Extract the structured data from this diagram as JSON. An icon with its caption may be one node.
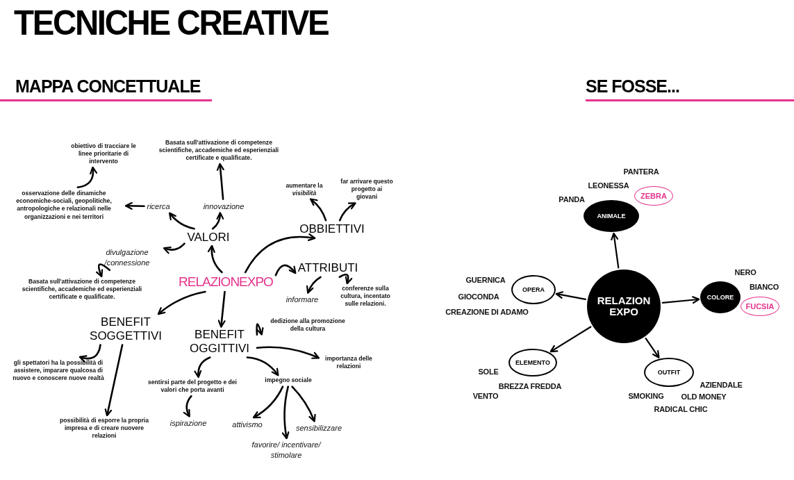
{
  "diagram": {
    "title": "TECNICHE CREATIVE",
    "nodes": [
      {
        "text": [
          "RELAZIONEXPO"
        ]
      },
      {
        "text": [
          "VALORI"
        ]
      },
      {
        "text": [
          "ricerca"
        ]
      },
      {
        "text": [
          "innovazione"
        ]
      },
      {
        "text": [
          "divulgazione /connessione"
        ]
      },
      {
        "text": [
          "osservazione delle dinamiche economiche-sociali, geopolitiche, antropologiche e relazionali nelle organizzazioni e nei territori"
        ]
      },
      {
        "text": [
          "obiettivo di tracciare le linee prioritarie di intervento"
        ]
      },
      {
        "text": [
          "Basata sull'attivazione di competenze scientifiche, accademiche ed esperienziali certificate e qualificate."
        ]
      },
      {
        "text": [
          "Basata sull'attivazione di competenze scientifiche, accademiche ed esperienziali certificate e qualificate."
        ]
      },
      {
        "text": [
          "OBBIETTIVI"
        ]
      },
      {
        "text": [
          "aumentare la *visibilità*"
        ]
      },
      {
        "text": [
          "far arrivare questo progetto ai **giovani**"
        ]
      },
      {
        "text": [
          "ATTRIBUTI"
        ]
      },
      {
        "text": [
          "informare"
        ]
      },
      {
        "text": [
          "conferenze sulla cultura, incentato sulle relazioni."
        ]
      },
      {
        "text": [
          "BENEFIT SOGGETTIVI"
        ]
      },
      {
        "text": [
          "gli spettatori ha la possibilità di assistere, imparare qualcosa di nuovo e conoscere nuove realtà"
        ]
      },
      {
        "text": [
          "possibilità di esporre la propria impresa e di creare nuovere relazioni"
        ]
      },
      {
        "text": [
          "BENEFIT OGGITTIVI"
        ]
      },
      {
        "text": [
          "dedizione alla promozione della cultura"
        ]
      },
      {
        "text": [
          "importanza delle relazioni"
        ]
      },
      {
        "text": [
          "sentirsi parte del progetto e dei valori che porta avanti"
        ]
      },
      {
        "text": [
          "impegno sociale"
        ]
      },
      {
        "text": [
          "ispirazione"
        ]
      },
      {
        "text": [
          "attivismo"
        ]
      },
      {
        "text": [
          "favorire/ incentivare/ stimolare"
        ]
      },
      {
        "text": [
          "sensibilizzare"
        ]
      },
      {
        "text": [
          "RELAZION EXPO"
        ]
      },
      {
        "text": [
          "ANIMALE"
        ]
      },
      {
        "text": [
          "OPERA"
        ]
      },
      {
        "text": [
          "COLORE"
        ]
      },
      {
        "text": [
          "ELEMENTO"
        ]
      },
      {
        "text": [
          "OUTFIT"
        ]
      },
      {
        "text": [
          "ZEBRA"
        ]
      },
      {
        "text": [
          "FUCSIA"
        ]
      }
    ],
    "edges": [
      {
        "from": 0,
        "to": 1,
        "arrow": "to"
      },
      {
        "from": 1,
        "to": 2,
        "arrow": "to"
      },
      {
        "from": 1,
        "to": 3,
        "arrow": "to"
      },
      {
        "from": 1,
        "to": 4,
        "arrow": "to"
      },
      {
        "from": 2,
        "to": 5,
        "arrow": "to"
      },
      {
        "from": 5,
        "to": 6,
        "arrow": "to"
      },
      {
        "from": 3,
        "to": 7,
        "arrow": "to"
      },
      {
        "from": 4,
        "to": 8,
        "arrow": "to"
      },
      {
        "from": 0,
        "to": 9,
        "arrow": "to"
      },
      {
        "from": 9,
        "to": 10,
        "arrow": "to"
      },
      {
        "from": 9,
        "to": 11,
        "arrow": "to"
      },
      {
        "from": 0,
        "to": 12,
        "arrow": "to"
      },
      {
        "from": 12,
        "to": 13,
        "arrow": "to"
      },
      {
        "from": 12,
        "to": 14,
        "arrow": "to"
      },
      {
        "from": 0,
        "to": 15,
        "arrow": "to"
      },
      {
        "from": 0,
        "to": 18,
        "arrow": "to"
      },
      {
        "from": 15,
        "to": 16,
        "arrow": "to"
      },
      {
        "from": 15,
        "to": 17,
        "arrow": "to"
      },
      {
        "from": 18,
        "to": 19,
        "arrow": "to"
      },
      {
        "from": 18,
        "to": 20,
        "arrow": "to"
      },
      {
        "from": 18,
        "to": 21,
        "arrow": "to"
      },
      {
        "from": 18,
        "to": 22,
        "arrow": "to"
      },
      {
        "from": 21,
        "to": 23,
        "arrow": "to"
      },
      {
        "from": 22,
        "to": 24,
        "arrow": "to"
      },
      {
        "from": 22,
        "to": 25,
        "arrow": "to"
      },
      {
        "from": 22,
        "to": 26,
        "arrow": "to"
      },
      {
        "from": 27,
        "to": 28,
        "arrow": "to"
      },
      {
        "from": 27,
        "to": 29,
        "arrow": "to"
      },
      {
        "from": 27,
        "to": 30,
        "arrow": "to"
      },
      {
        "from": 27,
        "to": 31,
        "arrow": "to"
      },
      {
        "from": 27,
        "to": 32,
        "arrow": "to"
      }
    ],
    "labels": [
      "MAPPA CONCETTUALE",
      "SE FOSSE...",
      "PANTERA",
      "LEONESSA",
      "PANDA",
      "GUERNICA",
      "GIOCONDA",
      "CREAZIONE DI ADAMO",
      "NERO",
      "BIANCO",
      "SOLE",
      "BREZZA FREDDA",
      "VENTO",
      "AZIENDALE",
      "SMOKING",
      "OLD MONEY",
      "RADICAL CHIC"
    ]
  }
}
